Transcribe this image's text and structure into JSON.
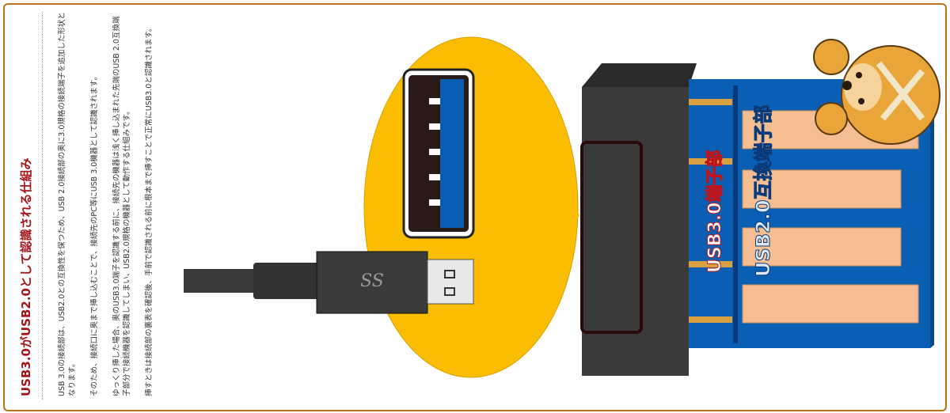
{
  "article": {
    "title": "USB3.0がUSB2.0として認識される仕組み",
    "paragraphs": [
      "USB 3.0の接続部は、USB2.0との互換性を保つため、USB 2.0接続部の奥に3.0規格の接続端子を追加した形状となります。",
      "そのため、接続口に奥まで挿し込むことで、接続先のPC等にUSB 3.0機器として認識されます。",
      "ゆっくり挿した場合、奥のUSB3.0端子を認識する前に、接続先の機器は浅く挿し込まれた先端のUSB 2.0互換端子部分で接続機器を認識してしまい、USB2.0規格の機器として動作する仕組みです。",
      "挿すときは接続部の裏表を確認後、手前で認識される前に根本まで挿すことで正常にUSB3.0と認識されます。"
    ]
  },
  "diagram": {
    "plug_logo": "SS",
    "label_usb3": "USB3.0端子部",
    "label_usb2": "USB2.0互換端子部"
  },
  "colors": {
    "title": "#a4141a",
    "bubble": "#fbbd00",
    "usb_blue": "#0a5fb4",
    "border": "#b8731f"
  }
}
